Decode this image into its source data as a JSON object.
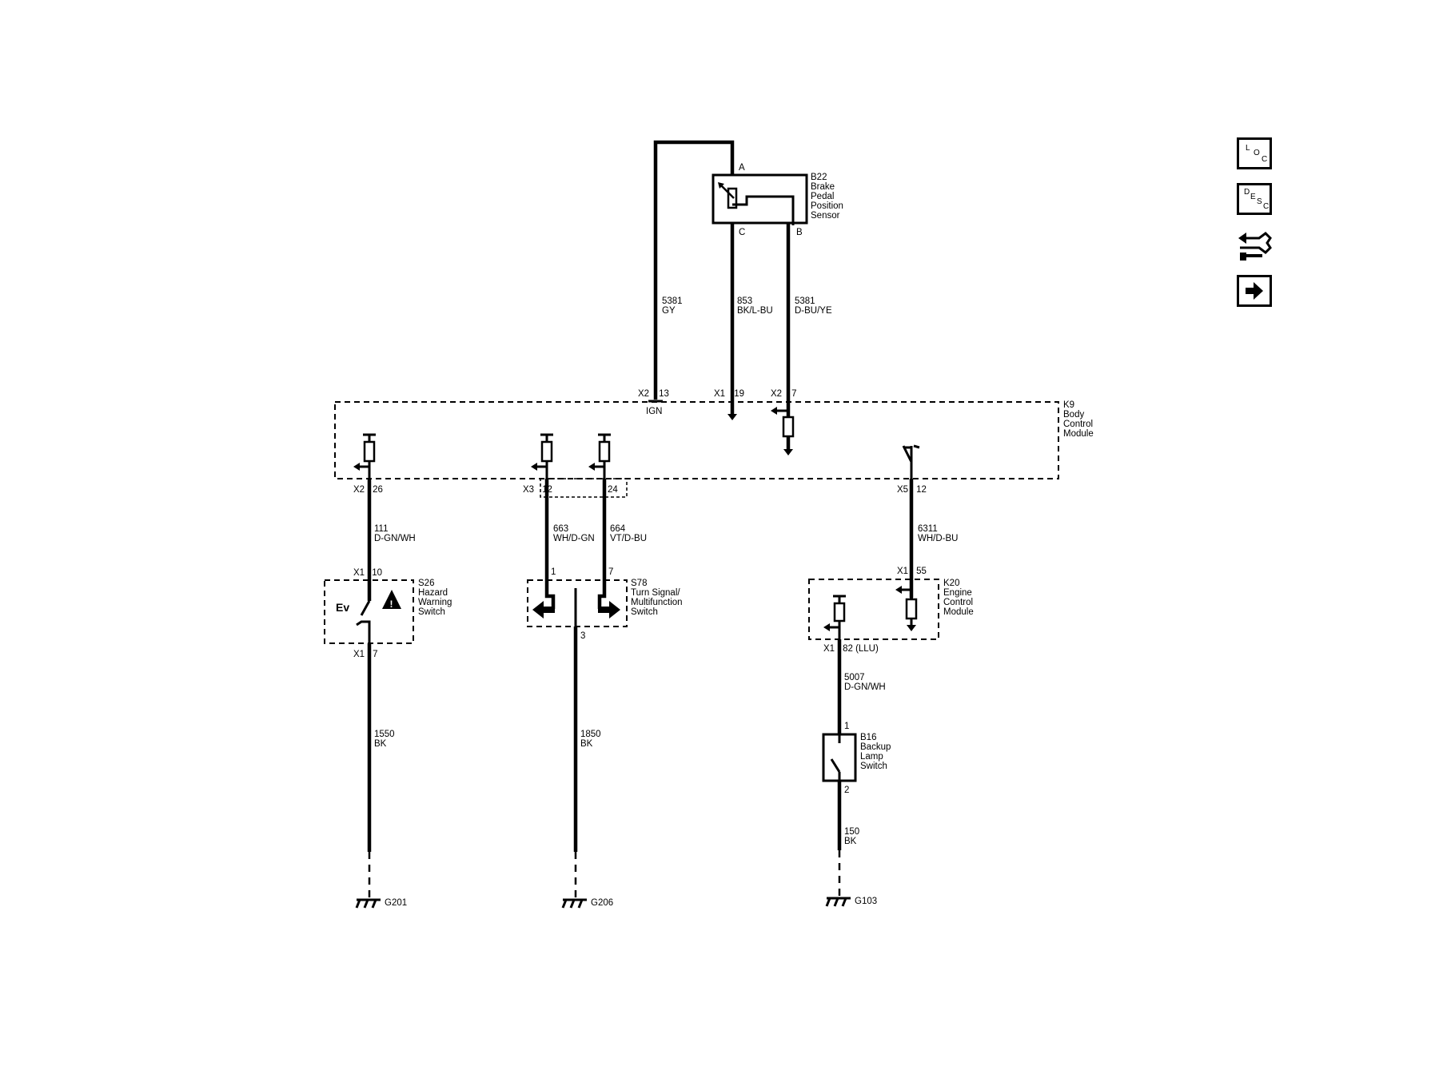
{
  "components": {
    "b22": {
      "ref": "B22",
      "name": [
        "Brake",
        "Pedal",
        "Position",
        "Sensor"
      ],
      "pins": {
        "a": "A",
        "b": "B",
        "c": "C"
      }
    },
    "k9": {
      "ref": "K9",
      "name": [
        "Body",
        "Control",
        "Module"
      ],
      "ign": "IGN"
    },
    "s26": {
      "ref": "S26",
      "name": [
        "Hazard",
        "Warning",
        "Switch"
      ]
    },
    "s78": {
      "ref": "S78",
      "name": [
        "Turn Signal/",
        "Multifunction",
        "Switch"
      ],
      "pin3": "3"
    },
    "k20": {
      "ref": "K20",
      "name": [
        "Engine",
        "Control",
        "Module"
      ]
    },
    "b16": {
      "ref": "B16",
      "name": [
        "Backup",
        "Lamp",
        "Switch"
      ],
      "pin1": "1",
      "pin2": "2"
    }
  },
  "connectors": [
    {
      "id": "k9-x2-13",
      "conn": "X2",
      "pin": "13"
    },
    {
      "id": "k9-x1-19",
      "conn": "X1",
      "pin": "19"
    },
    {
      "id": "k9-x2-7",
      "conn": "X2",
      "pin": "7"
    },
    {
      "id": "k9-x2-26",
      "conn": "X2",
      "pin": "26"
    },
    {
      "id": "k9-x3-12",
      "conn": "X3",
      "pin": "12"
    },
    {
      "id": "k9-x3-24",
      "conn": "",
      "pin": "24"
    },
    {
      "id": "k9-x5-12",
      "conn": "X5",
      "pin": "12"
    },
    {
      "id": "s26-x1-10",
      "conn": "X1",
      "pin": "10"
    },
    {
      "id": "s26-x1-7",
      "conn": "X1",
      "pin": "7"
    },
    {
      "id": "s78-1",
      "conn": "",
      "pin": "1"
    },
    {
      "id": "s78-7",
      "conn": "",
      "pin": "7"
    },
    {
      "id": "k20-x1-55",
      "conn": "X1",
      "pin": "55"
    },
    {
      "id": "k20-x1-82",
      "conn": "X1",
      "pin": "82 (LLU)"
    }
  ],
  "wires": [
    {
      "id": "w5381-gy",
      "circuit": "5381",
      "color": "GY"
    },
    {
      "id": "w853",
      "circuit": "853",
      "color": "BK/L-BU"
    },
    {
      "id": "w5381-dbu",
      "circuit": "5381",
      "color": "D-BU/YE"
    },
    {
      "id": "w111",
      "circuit": "111",
      "color": "D-GN/WH"
    },
    {
      "id": "w663",
      "circuit": "663",
      "color": "WH/D-GN"
    },
    {
      "id": "w664",
      "circuit": "664",
      "color": "VT/D-BU"
    },
    {
      "id": "w6311",
      "circuit": "6311",
      "color": "WH/D-BU"
    },
    {
      "id": "w5007",
      "circuit": "5007",
      "color": "D-GN/WH"
    },
    {
      "id": "w1550",
      "circuit": "1550",
      "color": "BK"
    },
    {
      "id": "w1850",
      "circuit": "1850",
      "color": "BK"
    },
    {
      "id": "w150",
      "circuit": "150",
      "color": "BK"
    }
  ],
  "grounds": {
    "g201": "G201",
    "g206": "G206",
    "g103": "G103"
  },
  "nav": {
    "loc": [
      "L",
      "O",
      "C"
    ],
    "desc": [
      "D",
      "E",
      "S",
      "C"
    ]
  }
}
